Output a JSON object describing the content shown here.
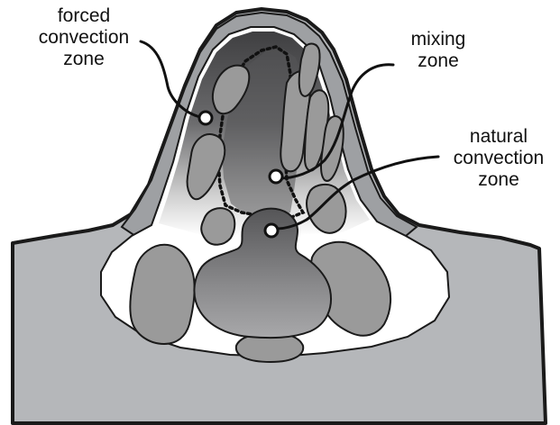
{
  "labels": {
    "forced": {
      "line1": "forced",
      "line2": "convection",
      "line3": "zone"
    },
    "mixing": {
      "line1": "mixing",
      "line2": "zone"
    },
    "natural": {
      "line1": "natural",
      "line2": "convection",
      "line3": "zone"
    }
  },
  "colors": {
    "ground": "#b5b7ba",
    "outline": "#1a1a1a",
    "outer_shell": "#9ea0a3",
    "inner_light": "#ffffff",
    "zone_dark": "#4a4a4c",
    "blob_fill": "#9a9a9a",
    "bottom_blob_dark": "#6a6a6a"
  }
}
